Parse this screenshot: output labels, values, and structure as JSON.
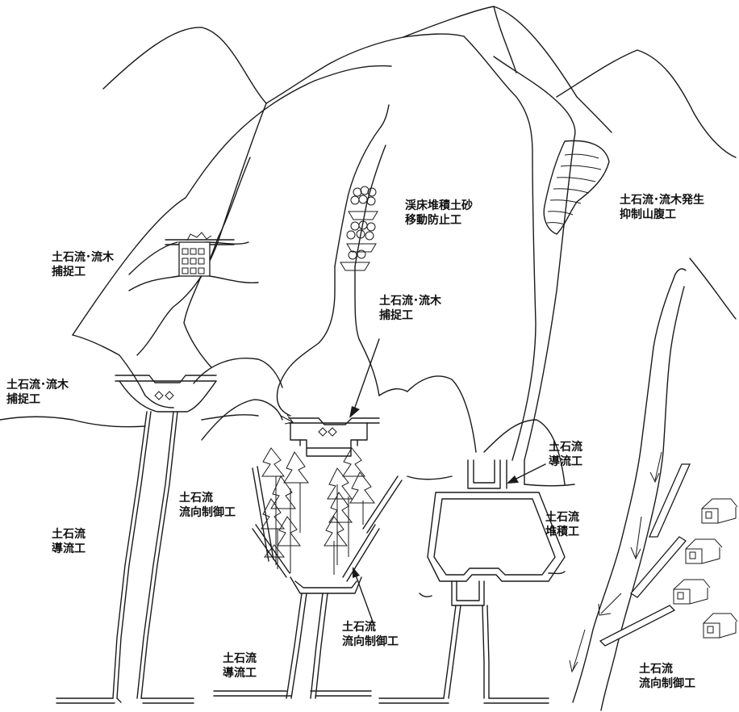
{
  "labels": {
    "debris_capture_left": [
      "土石流･流木",
      "捕捉工"
    ],
    "debris_capture_far_left": [
      "土石流･流木",
      "捕捉工"
    ],
    "bed_sediment": [
      "渓床堆積土砂",
      "移動防止工"
    ],
    "debris_capture_center": [
      "土石流･流木",
      "捕捉工"
    ],
    "hillside_control": [
      "土石流･流木発生",
      "抑制山腹工"
    ],
    "guide_channel_right": [
      "土石流",
      "導流工"
    ],
    "deposition_works": [
      "土石流",
      "堆積工"
    ],
    "flow_direction_left": [
      "土石流",
      "流向制御工"
    ],
    "guide_channel_left": [
      "土石流",
      "導流工"
    ],
    "flow_direction_center": [
      "土石流",
      "流向制御工"
    ],
    "guide_channel_bottom": [
      "土石流",
      "導流工"
    ],
    "flow_direction_right": [
      "土石流",
      "流向制御工"
    ]
  }
}
